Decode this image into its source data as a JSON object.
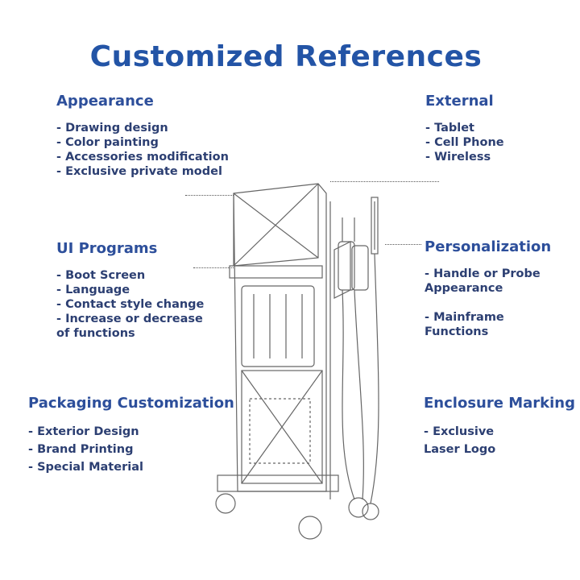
{
  "title": "Customized References",
  "sections": {
    "appearance": {
      "heading": "Appearance",
      "items": [
        "- Drawing design",
        "- Color painting",
        "- Accessories modification",
        "- Exclusive private model"
      ]
    },
    "external": {
      "heading": "External",
      "items": [
        "- Tablet",
        "- Cell Phone",
        "- Wireless"
      ]
    },
    "ui": {
      "heading": "UI Programs",
      "items": [
        "- Boot Screen",
        "- Language",
        "- Contact style change",
        "- Increase or decrease",
        "of functions"
      ]
    },
    "personalization": {
      "heading": "Personalization",
      "items": [
        "- Handle or Probe",
        "Appearance",
        "",
        "- Mainframe",
        "Functions"
      ]
    },
    "packaging": {
      "heading": "Packaging Customization",
      "items": [
        "- Exterior Design",
        "- Brand Printing",
        "- Special Material"
      ]
    },
    "enclosure": {
      "heading": "Enclosure Marking",
      "items": [
        "- Exclusive",
        "Laser Logo"
      ]
    }
  },
  "colors": {
    "title": "#2354a6",
    "heading": "#2d4f9b",
    "text": "#2c3f72"
  }
}
